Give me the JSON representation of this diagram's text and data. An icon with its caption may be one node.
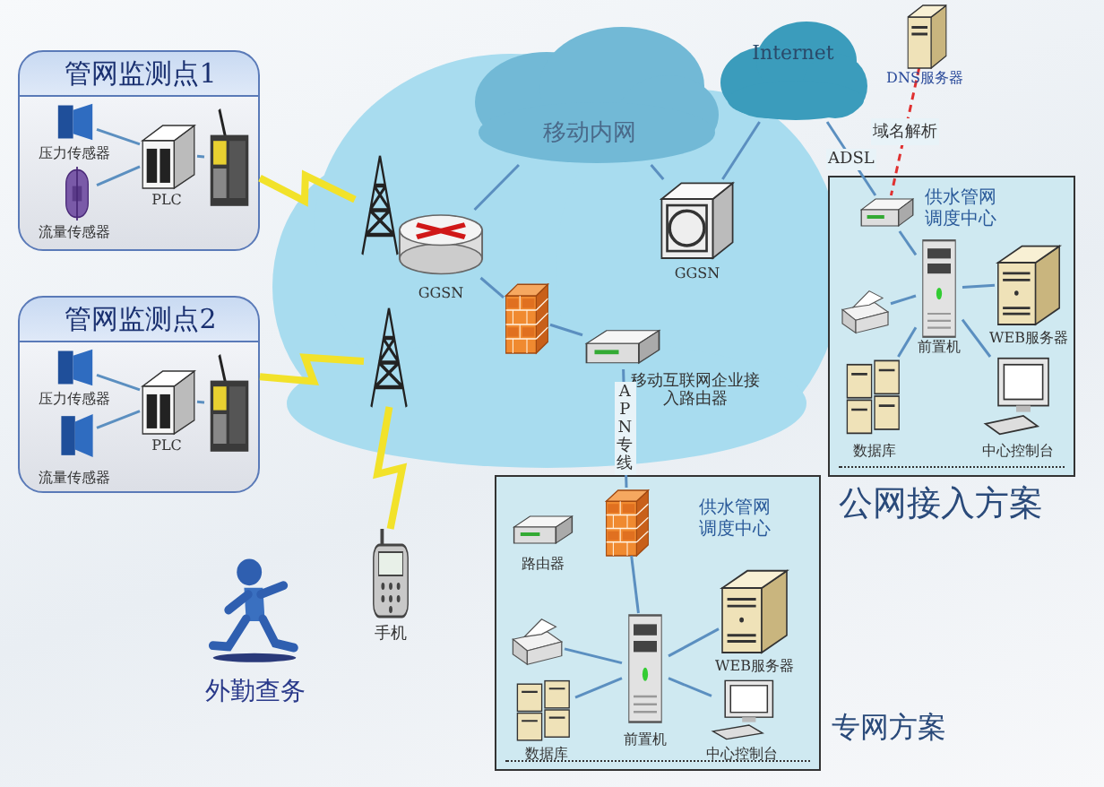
{
  "diagram": {
    "nodes": [
      {
        "text": [
          "管网监测点1"
        ]
      },
      {
        "text": [
          "压力传感器"
        ],
        "in": 0
      },
      {
        "text": [
          "流量传感器"
        ],
        "in": 0
      },
      {
        "text": [
          "PLC"
        ],
        "in": 0
      },
      {
        "text": [],
        "shape": "picture",
        "in": 0
      },
      {
        "text": [
          "管网监测点2"
        ]
      },
      {
        "text": [
          "压力传感器"
        ],
        "in": 5
      },
      {
        "text": [
          "流量传感器"
        ],
        "in": 5
      },
      {
        "text": [
          "PLC"
        ],
        "in": 5
      },
      {
        "text": [],
        "shape": "picture",
        "in": 5
      },
      {
        "text": [
          "移动内网"
        ]
      },
      {
        "text": [],
        "shape": "picture"
      },
      {
        "text": [],
        "shape": "picture"
      },
      {
        "text": [
          "GGSN"
        ]
      },
      {
        "text": [
          "GGSN"
        ]
      },
      {
        "text": [],
        "shape": "picture"
      },
      {
        "text": [
          "移动互联网企业接入路由器"
        ]
      },
      {
        "text": [
          "Internet"
        ]
      },
      {
        "text": [
          "DNS服务器"
        ]
      },
      {
        "text": [
          "供水管网调度中心"
        ]
      },
      {
        "text": [],
        "shape": "picture",
        "in": 19
      },
      {
        "text": [
          "前置机"
        ],
        "in": 19
      },
      {
        "text": [],
        "shape": "picture",
        "in": 19
      },
      {
        "text": [
          "WEB服务器"
        ],
        "in": 19
      },
      {
        "text": [
          "数据库"
        ],
        "in": 19
      },
      {
        "text": [
          "中心控制台"
        ],
        "in": 19
      },
      {
        "text": [
          "供水管网调度中心"
        ]
      },
      {
        "text": [],
        "shape": "picture",
        "in": 26
      },
      {
        "text": [
          "路由器"
        ],
        "in": 26
      },
      {
        "text": [],
        "shape": "picture",
        "in": 26
      },
      {
        "text": [
          "前置机"
        ],
        "in": 26
      },
      {
        "text": [
          "WEB服务器"
        ],
        "in": 26
      },
      {
        "text": [
          "数据库"
        ],
        "in": 26
      },
      {
        "text": [
          "中心控制台"
        ],
        "in": 26
      },
      {
        "text": [
          "外勤查务"
        ]
      },
      {
        "text": [
          "手机"
        ]
      }
    ],
    "edges": [
      {
        "from": 1,
        "to": 3,
        "arrow": "none"
      },
      {
        "from": 2,
        "to": 3,
        "arrow": "none"
      },
      {
        "from": 3,
        "to": 4,
        "arrow": "none"
      },
      {
        "from": 6,
        "to": 8,
        "arrow": "none"
      },
      {
        "from": 7,
        "to": 8,
        "arrow": "none"
      },
      {
        "from": 8,
        "to": 9,
        "arrow": "none"
      },
      {
        "from": 0,
        "to": 11,
        "arrow": "none",
        "style": "thick",
        "color": "#f2e22a"
      },
      {
        "from": 5,
        "to": 12,
        "arrow": "none",
        "style": "thick",
        "color": "#f2e22a"
      },
      {
        "from": 35,
        "to": 12,
        "arrow": "none",
        "style": "thick",
        "color": "#f2e22a"
      },
      {
        "from": 13,
        "to": 10,
        "arrow": "none"
      },
      {
        "from": 14,
        "to": 10,
        "arrow": "none"
      },
      {
        "from": 14,
        "to": 17,
        "arrow": "none"
      },
      {
        "from": 13,
        "to": 15,
        "arrow": "none"
      },
      {
        "from": 15,
        "to": 16,
        "arrow": "none"
      },
      {
        "from": 16,
        "to": 27,
        "arrow": "none",
        "label": "APN专线"
      },
      {
        "from": 17,
        "to": 20,
        "arrow": "none",
        "label": "ADSL"
      },
      {
        "from": 18,
        "to": 20,
        "arrow": "none",
        "label": "域名解析",
        "style": "dashed",
        "color": "#e03030"
      },
      {
        "from": 20,
        "to": 21,
        "arrow": "none"
      },
      {
        "from": 22,
        "to": 21,
        "arrow": "none"
      },
      {
        "from": 23,
        "to": 21,
        "arrow": "none"
      },
      {
        "from": 24,
        "to": 21,
        "arrow": "none"
      },
      {
        "from": 25,
        "to": 21,
        "arrow": "none"
      },
      {
        "from": 27,
        "to": 30,
        "arrow": "none"
      },
      {
        "from": 29,
        "to": 30,
        "arrow": "none"
      },
      {
        "from": 31,
        "to": 30,
        "arrow": "none"
      },
      {
        "from": 32,
        "to": 30,
        "arrow": "none"
      },
      {
        "from": 33,
        "to": 30,
        "arrow": "none"
      }
    ],
    "labels": [
      "公网接入方案",
      "专网方案"
    ]
  }
}
